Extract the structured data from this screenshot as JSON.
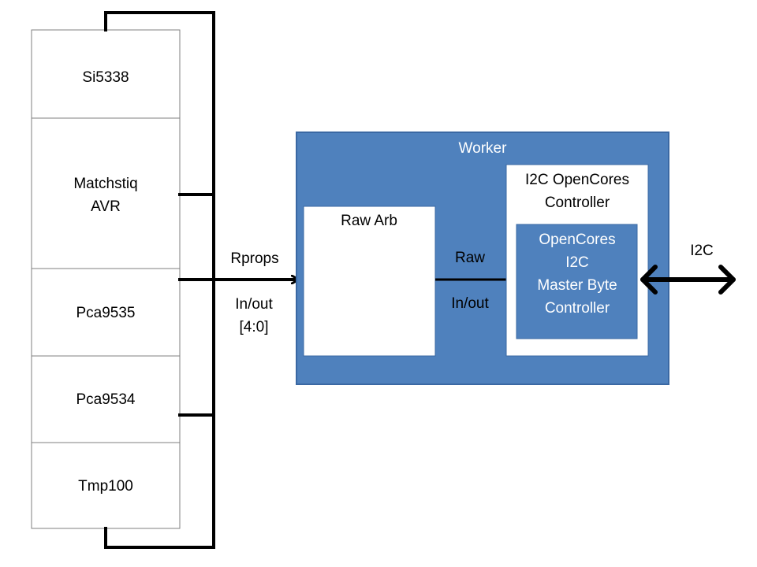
{
  "colors": {
    "worker_fill": "#4f81bd",
    "worker_stroke": "#3a68a3",
    "inner_fill": "#ffffff",
    "device_stroke": "#7f7f7f",
    "wire": "#000000"
  },
  "devices": [
    {
      "lines": [
        "Si5338"
      ]
    },
    {
      "lines": [
        "Matchstiq",
        "AVR"
      ]
    },
    {
      "lines": [
        "Pca9535"
      ]
    },
    {
      "lines": [
        "Pca9534"
      ]
    },
    {
      "lines": [
        "Tmp100"
      ]
    }
  ],
  "connection": {
    "name": "Rprops",
    "dir": "In/out",
    "width": "[4:0]"
  },
  "worker": {
    "title": "Worker",
    "raw_arb": "Raw Arb",
    "raw_label": "Raw",
    "raw_dir": "In/out",
    "controller": {
      "line1": "I2C OpenCores",
      "line2": "Controller"
    },
    "master": {
      "lines": [
        "OpenCores",
        "I2C",
        "Master Byte",
        "Controller"
      ]
    }
  },
  "bus_label": "I2C"
}
